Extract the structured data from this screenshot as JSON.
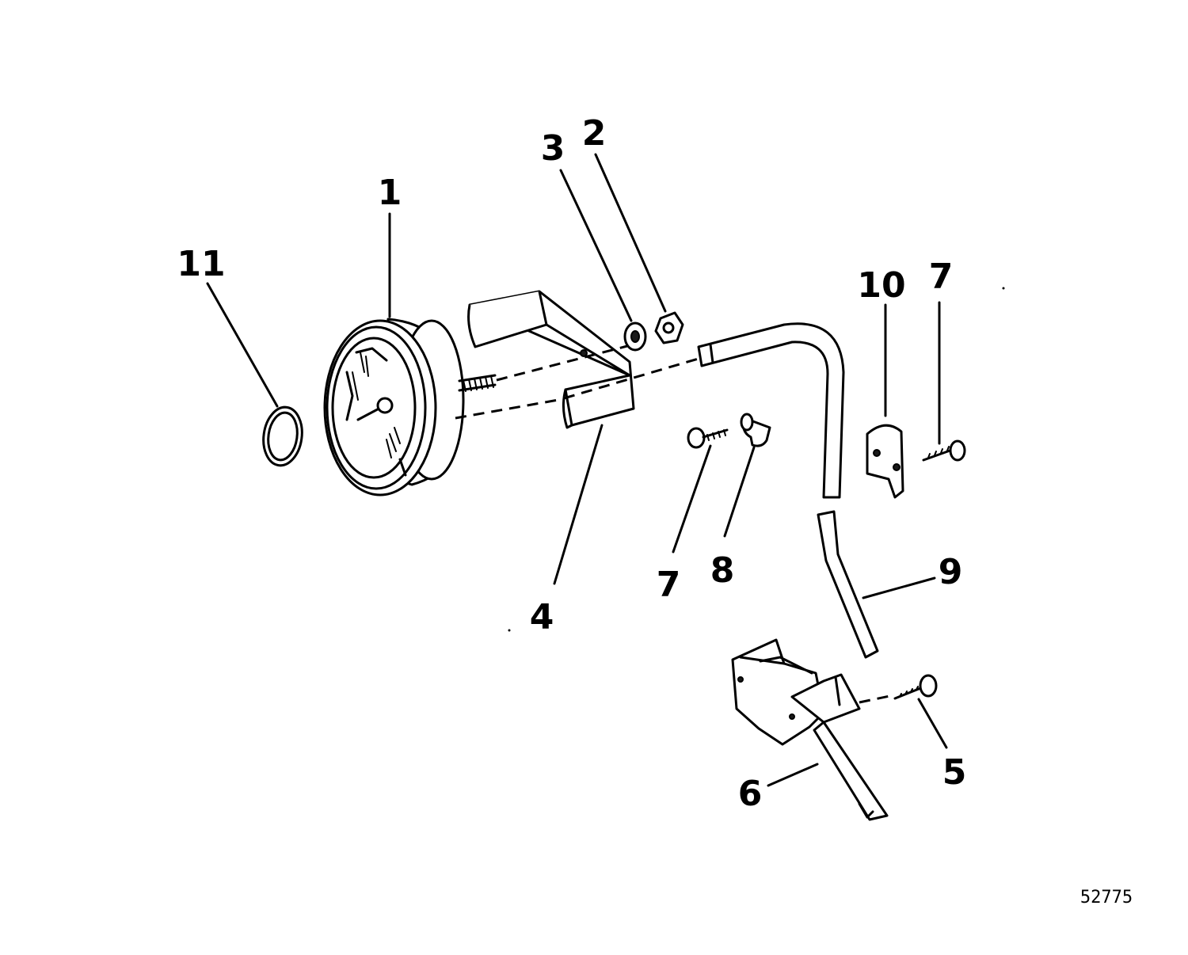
{
  "diagram": {
    "callouts": {
      "c1": "1",
      "c2": "2",
      "c3": "3",
      "c4": "4",
      "c5": "5",
      "c6": "6",
      "c7a": "7",
      "c7b": "7",
      "c8": "8",
      "c9": "9",
      "c10": "10",
      "c11": "11"
    },
    "figure_number": "52775"
  }
}
